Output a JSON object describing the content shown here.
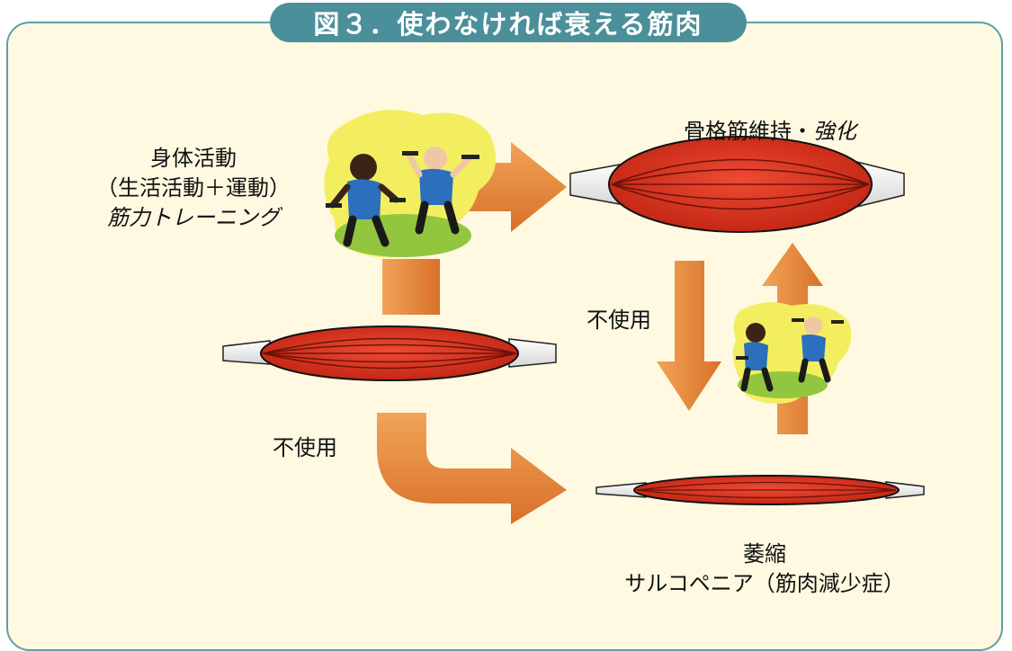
{
  "title": "図３．使わなければ衰える筋肉",
  "labels": {
    "maintain": "骨格筋維持・",
    "maintain_em": "強化",
    "activity_line1": "身体活動",
    "activity_line2": "（生活活動＋運動）",
    "activity_line3": "筋力トレーニング",
    "disuse_right": "不使用",
    "disuse_left": "不使用",
    "atrophy_line1": "萎縮",
    "atrophy_line2": "サルコペニア（筋肉減少症）"
  },
  "colors": {
    "title_bg": "#4a8f99",
    "panel_bg": "#fef9e0",
    "panel_border": "#5f9ea6",
    "muscle_red": "#d8301e",
    "arrow_orange": "#e07f35",
    "tendon": "#ececec"
  },
  "icons": [
    "exercising-people-icon",
    "dumbbell-icon"
  ]
}
